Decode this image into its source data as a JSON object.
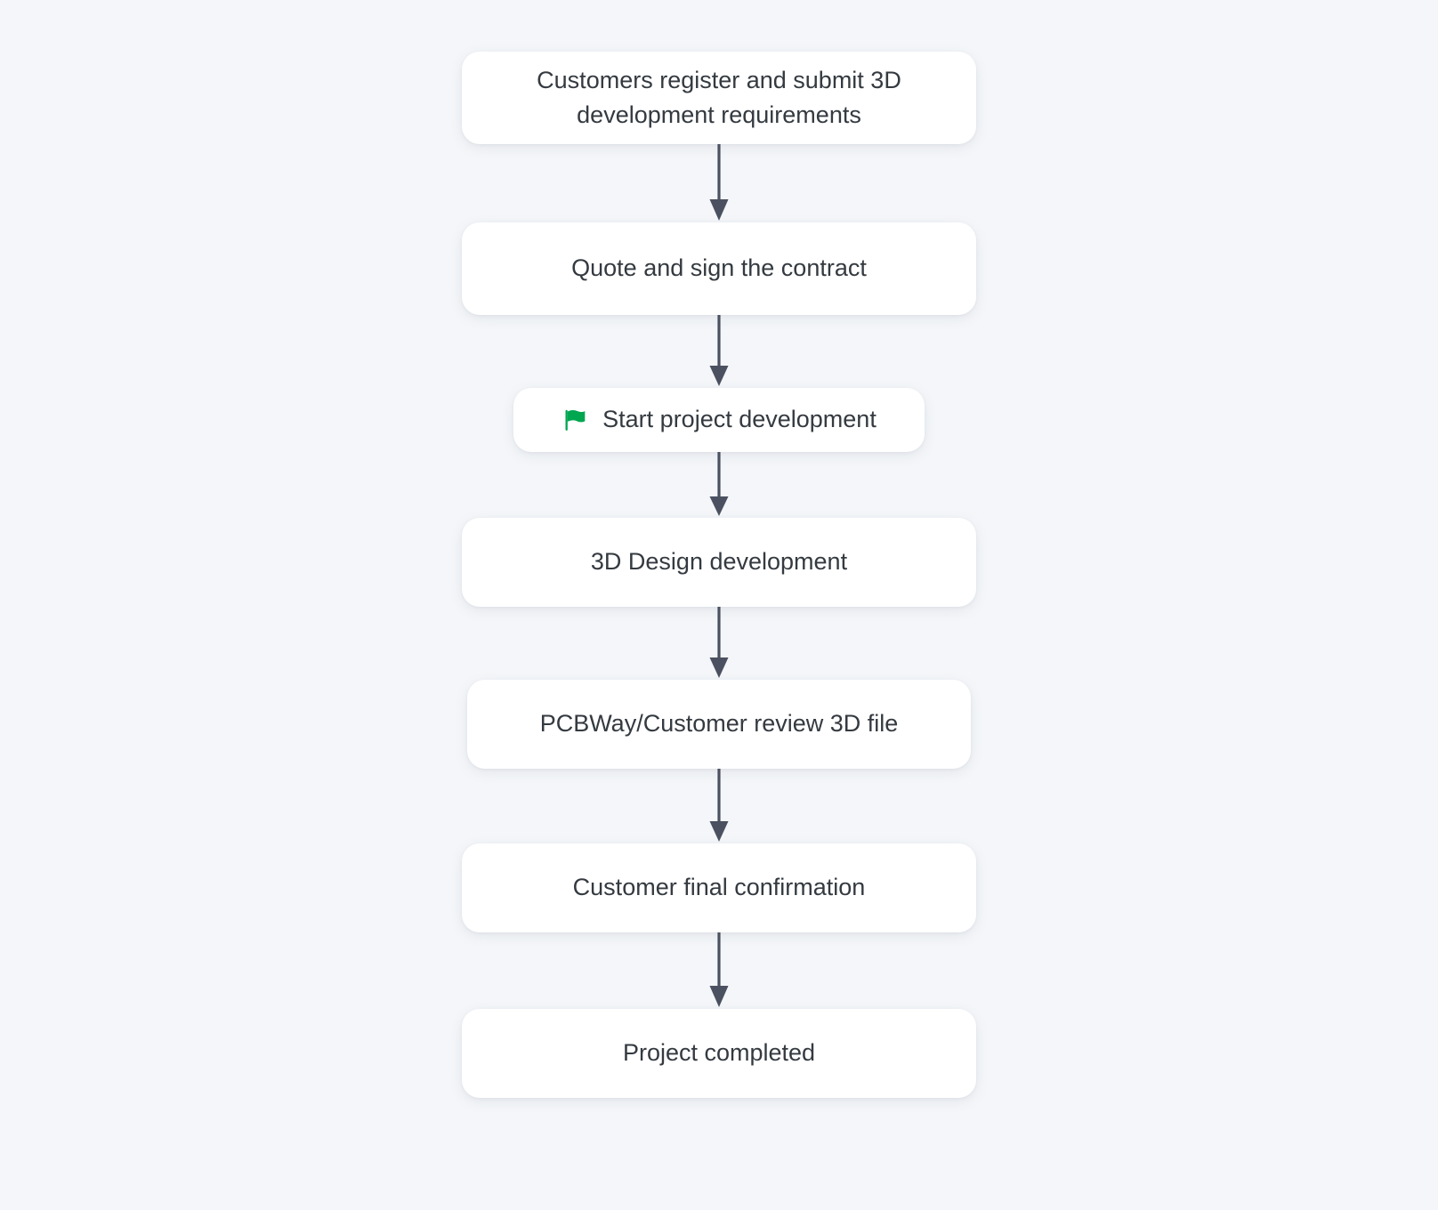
{
  "page": {
    "background_color": "#f4f6f9",
    "node_background": "#ffffff",
    "text_color": "#343a40",
    "arrow_color": "#4b5160",
    "flag_color": "#00a650"
  },
  "flowchart": {
    "type": "flowchart",
    "direction": "top-to-bottom",
    "nodes": [
      {
        "id": "register",
        "label": "Customers register and submit 3D\ndevelopment requirements",
        "icon": null
      },
      {
        "id": "quote",
        "label": "Quote and sign the contract",
        "icon": null
      },
      {
        "id": "start",
        "label": "Start project development",
        "icon": "green-flag-icon"
      },
      {
        "id": "design",
        "label": "3D Design development",
        "icon": null
      },
      {
        "id": "review",
        "label": "PCBWay/Customer review 3D file",
        "icon": null
      },
      {
        "id": "confirm",
        "label": "Customer final confirmation",
        "icon": null
      },
      {
        "id": "completed",
        "label": "Project completed",
        "icon": null
      }
    ],
    "edges": [
      {
        "from": "register",
        "to": "quote",
        "arrow": "down"
      },
      {
        "from": "quote",
        "to": "start",
        "arrow": "down"
      },
      {
        "from": "start",
        "to": "design",
        "arrow": "down"
      },
      {
        "from": "design",
        "to": "review",
        "arrow": "down"
      },
      {
        "from": "review",
        "to": "confirm",
        "arrow": "down"
      },
      {
        "from": "confirm",
        "to": "completed",
        "arrow": "down"
      }
    ]
  }
}
